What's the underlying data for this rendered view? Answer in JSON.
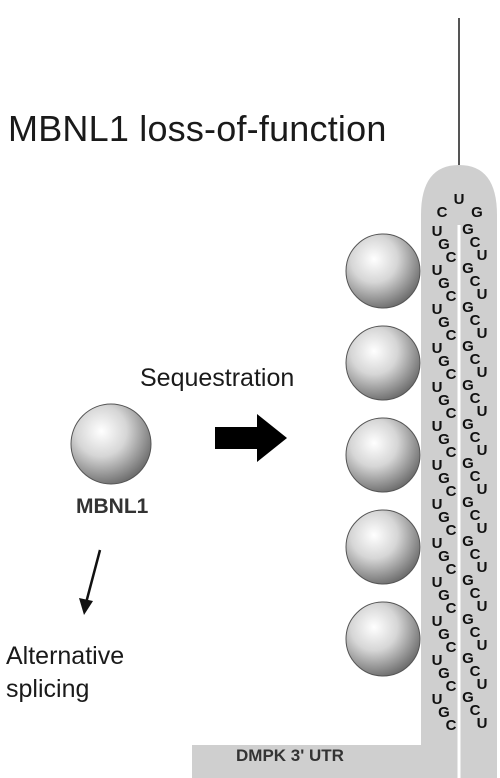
{
  "title": "MBNL1 loss-of-function",
  "arrow_label": "Sequestration",
  "protein_label": "MBNL1",
  "outcome_label_line1": "Alternative",
  "outcome_label_line2": "splicing",
  "utr_label": "DMPK 3' UTR",
  "loop_nucleotides": [
    "C",
    "U",
    "G"
  ],
  "left_strand_repeat": [
    "U",
    "G",
    "C"
  ],
  "right_strand_repeat": [
    "G",
    "C",
    "U"
  ],
  "bound_proteins": 5,
  "colors": {
    "rna_fill": "#cfcfcf",
    "stem_line": "#ffffff",
    "arrow": "#000000",
    "text": "#1a1a1a"
  }
}
